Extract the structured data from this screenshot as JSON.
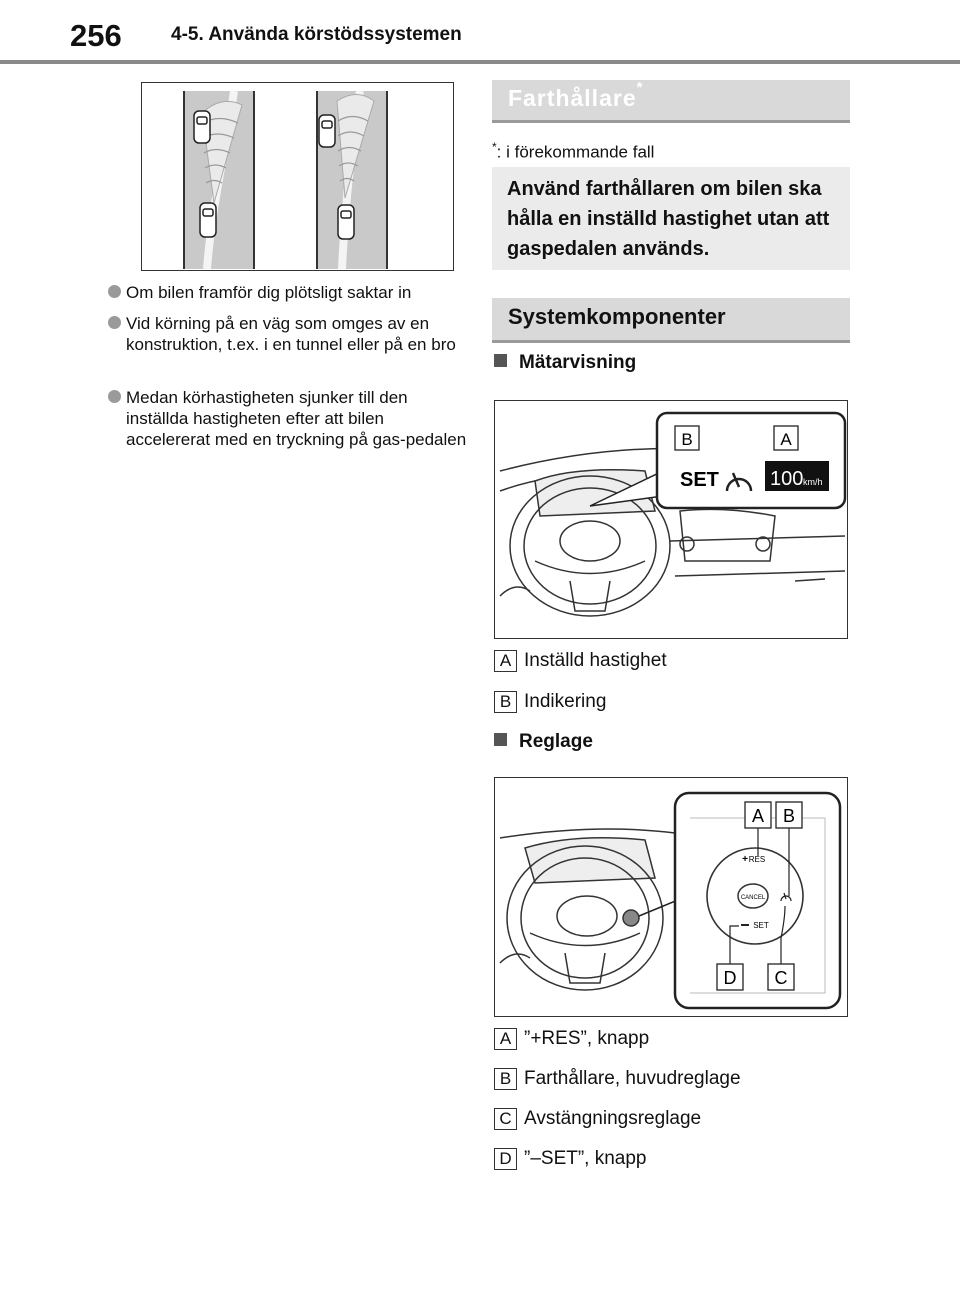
{
  "header": {
    "page_number": "256",
    "section_title": "4-5. Använda körstödssystemen"
  },
  "left_bullets": [
    "Om bilen framför dig plötsligt saktar in",
    "Vid körning på en väg som omges av en konstruktion, t.ex. i en tunnel eller på en bro",
    "Medan körhastigheten sjunker till den inställda hastigheten efter att bilen accelererat med en tryckning på gas-pedalen"
  ],
  "farthallare": {
    "title": "Farthållare",
    "title_mark": "*",
    "footnote_mark": "*",
    "footnote_text": ": i förekommande fall",
    "info_text": "Använd farthållaren om bilen ska hålla en inställd hastighet utan att gaspedalen används."
  },
  "system": {
    "title": "Systemkomponenter",
    "meter": {
      "heading": "Mätarvisning",
      "callout_labels": [
        "B",
        "A"
      ],
      "set_text": "SET",
      "speed_value": "100",
      "speed_unit": "km/h",
      "legend": [
        {
          "badge": "A",
          "text": "Inställd hastighet"
        },
        {
          "badge": "B",
          "text": "Indikering"
        }
      ]
    },
    "controls": {
      "heading": "Reglage",
      "callout_labels": [
        "A",
        "B",
        "D",
        "C"
      ],
      "switch_labels": {
        "res": "RES",
        "cancel": "CANCEL",
        "set": "SET"
      },
      "legend": [
        {
          "badge": "A",
          "text": "”+RES”, knapp"
        },
        {
          "badge": "B",
          "text": "Farthållare, huvudreglage"
        },
        {
          "badge": "C",
          "text": "Avstängningsreglage"
        },
        {
          "badge": "D",
          "text": "”–SET”, knapp"
        }
      ]
    }
  }
}
